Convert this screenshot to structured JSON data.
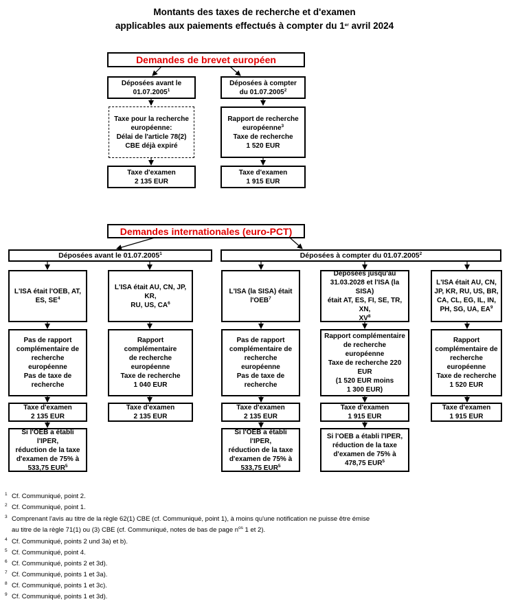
{
  "title": {
    "line1": "Montants des taxes de recherche et d'examen",
    "line2a": "applicables aux paiements effectués à compter du 1",
    "line2sup": "er",
    "line2b": " avril 2024"
  },
  "european": {
    "header": "Demandes de brevet européen",
    "before": {
      "text": "Déposées avant le",
      "date": "01.07.2005",
      "sup": "1"
    },
    "after": {
      "text": "Déposées à compter",
      "date": "du 01.07.2005",
      "sup": "2"
    },
    "search_before": [
      "Taxe pour la recherche",
      "européenne:",
      "Délai de l'article 78(2)",
      "CBE déjà expiré"
    ],
    "search_after": {
      "line1": "Rapport de recherche",
      "line2": "européenne",
      "sup": "3",
      "line3": "Taxe de recherche",
      "line4": "1 520 EUR"
    },
    "exam_before": [
      "Taxe d'examen",
      "2 135 EUR"
    ],
    "exam_after": [
      "Taxe d'examen",
      "1 915 EUR"
    ]
  },
  "international": {
    "header": "Demandes internationales (euro-PCT)",
    "before": {
      "text": "Déposées avant le 01.07.2005",
      "sup": "1"
    },
    "after": {
      "text": "Déposées à compter du 01.07.2005",
      "sup": "2"
    },
    "columns": [
      {
        "isa": {
          "lines": [
            "L'ISA était l'OEB, AT,",
            "ES, SE"
          ],
          "sup": "4"
        },
        "search": [
          "Pas de rapport",
          "complémentaire de",
          "recherche européenne",
          "Pas de taxe de",
          "recherche"
        ],
        "exam": [
          "Taxe d'examen",
          "2 135 EUR"
        ],
        "iper": {
          "lines": [
            "Si l'OEB a établi l'IPER,",
            "réduction de la taxe",
            "d'examen de 75% à",
            "533,75 EUR"
          ],
          "sup": "5"
        }
      },
      {
        "isa": {
          "lines": [
            "L'ISA était AU, CN, JP, KR,",
            "RU, US, CA"
          ],
          "sup": "6"
        },
        "search": [
          "Rapport complémentaire",
          "de recherche européenne",
          "Taxe de recherche",
          "1 040 EUR"
        ],
        "exam": [
          "Taxe d'examen",
          "2 135 EUR"
        ]
      },
      {
        "isa": {
          "lines": [
            "L'ISA (la SISA) était",
            "l'OEB"
          ],
          "sup": "7"
        },
        "search": [
          "Pas de rapport",
          "complémentaire de",
          "recherche européenne",
          "Pas de taxe de",
          "recherche"
        ],
        "exam": [
          "Taxe d'examen",
          "2 135 EUR"
        ],
        "iper": {
          "lines": [
            "Si l'OEB a établi l'IPER,",
            "réduction de la taxe",
            "d'examen de 75% à",
            "533,75 EUR"
          ],
          "sup": "5"
        }
      },
      {
        "isa": {
          "lines": [
            "Déposées jusqu'au",
            "31.03.2028 et l'ISA (la SISA)",
            "était AT, ES, FI, SE, TR, XN,",
            "XV"
          ],
          "sup": "8"
        },
        "search": [
          "Rapport complémentaire",
          "de recherche européenne",
          "Taxe de recherche 220 EUR",
          "(1 520 EUR moins",
          "1 300 EUR)"
        ],
        "exam": [
          "Taxe d'examen",
          "1 915 EUR"
        ],
        "iper": {
          "lines": [
            "Si l'OEB a établi l'IPER,",
            "réduction de la taxe",
            "d'examen de 75% à",
            "478,75 EUR"
          ],
          "sup": "5"
        }
      },
      {
        "isa": {
          "lines": [
            "L'ISA était AU, CN,",
            "JP, KR, RU, US, BR,",
            "CA, CL, EG, IL, IN,",
            "PH, SG, UA, EA"
          ],
          "sup": "9"
        },
        "search": [
          "Rapport",
          "complémentaire de",
          "recherche",
          "européenne",
          "Taxe de recherche",
          "1 520 EUR"
        ],
        "exam": [
          "Taxe d'examen",
          "1 915 EUR"
        ]
      }
    ]
  },
  "footnotes": [
    {
      "n": "1",
      "text": "Cf. Communiqué, point 2."
    },
    {
      "n": "2",
      "text": "Cf. Communiqué, point 1."
    },
    {
      "n": "3",
      "text": "Comprenant l'avis au titre de la règle 62(1) CBE (cf. Communiqué, point 1), à moins qu'une notification ne puisse être émise"
    },
    {
      "n": "",
      "text": "au titre de la règle 71(1) ou (3) CBE (cf. Communiqué, notes de bas de page n",
      "sup": "os",
      "tail": " 1 et 2)."
    },
    {
      "n": "4",
      "text": "Cf. Communiqué, points 2 und 3a) et b)."
    },
    {
      "n": "5",
      "text": "Cf. Communiqué, point 4."
    },
    {
      "n": "6",
      "text": "Cf. Communiqué, points 2 et 3d)."
    },
    {
      "n": "7",
      "text": "Cf. Communiqué, points 1 et 3a)."
    },
    {
      "n": "8",
      "text": "Cf. Communiqué, points 1 et 3c)."
    },
    {
      "n": "9",
      "text": "Cf. Communiqué, points 1 et 3d)."
    }
  ]
}
